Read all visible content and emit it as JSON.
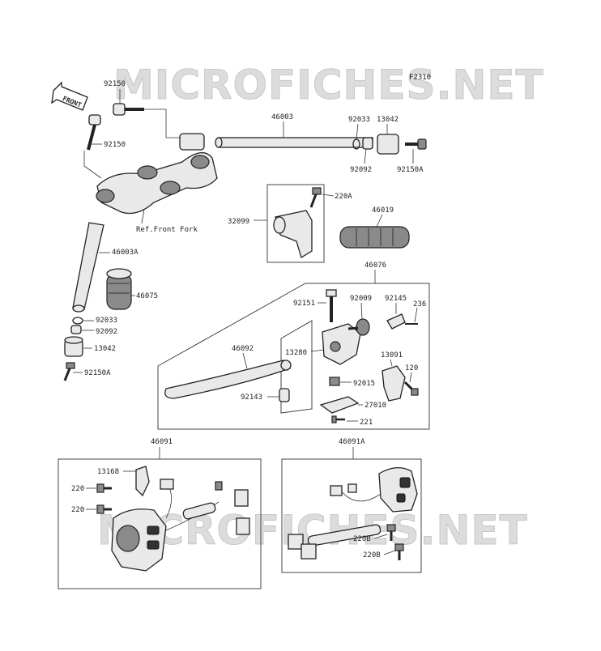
{
  "diagram_code": "F2310",
  "watermark": "MICROFICHES.NET",
  "front_arrow_label": "FRONT",
  "reference_note": "Ref.Front Fork",
  "labels": {
    "l92150_top": "92150",
    "l92150_mid": "92150",
    "l46003": "46003",
    "l92033_r": "92033",
    "l13042_r": "13042",
    "l92092_r": "92092",
    "l92150A_r": "92150A",
    "l220A": "220A",
    "l32099": "32099",
    "l46019": "46019",
    "l46003A": "46003A",
    "l46075": "46075",
    "l92033_l": "92033",
    "l92092_l": "92092",
    "l13042_l": "13042",
    "l92150A_l": "92150A",
    "l46076": "46076",
    "l92151": "92151",
    "l92009": "92009",
    "l92145": "92145",
    "l236": "236",
    "l46092": "46092",
    "l13280": "13280",
    "l13091": "13091",
    "l120": "120",
    "l92015": "92015",
    "l92143": "92143",
    "l27010": "27010",
    "l221": "221",
    "l46091": "46091",
    "l46091A": "46091A",
    "l13168": "13168",
    "l220_a": "220",
    "l220_b": "220",
    "l220B_a": "220B",
    "l220B_b": "220B"
  }
}
